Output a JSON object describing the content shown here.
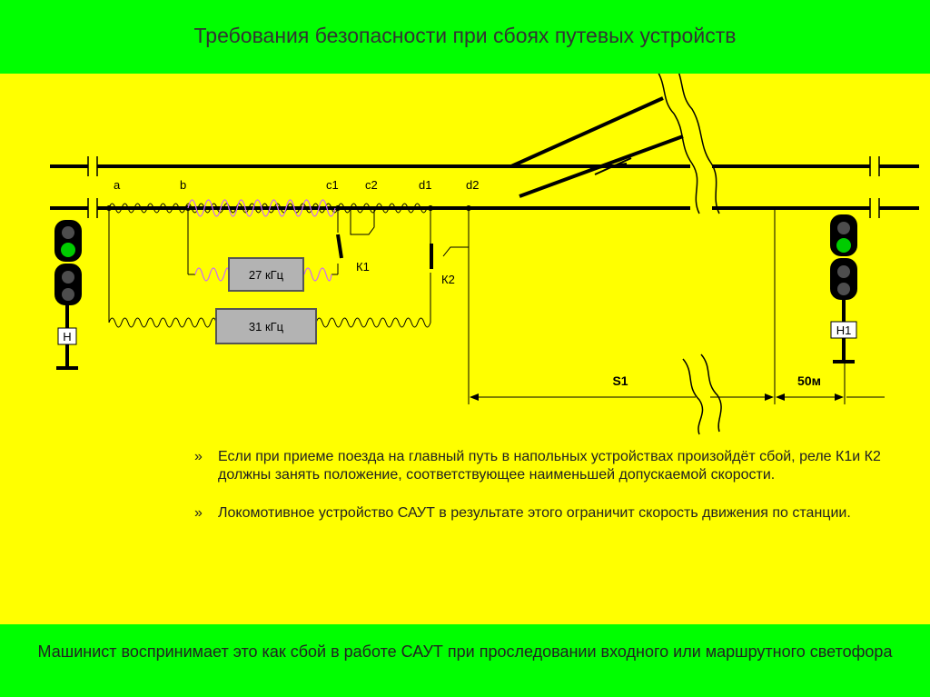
{
  "header": {
    "title": "Требования безопасности при сбоях путевых устройств"
  },
  "diagram": {
    "point_labels": [
      "a",
      "b",
      "c1",
      "c2",
      "d1",
      "d2"
    ],
    "generator_27": "27 кГц",
    "generator_31": "31 кГц",
    "relay_k1": "К1",
    "relay_k2": "К2",
    "signal_left": "Н",
    "signal_right": "Н1",
    "dist_s1": "S1",
    "dist_50": "50м",
    "colors": {
      "background": "#ffff00",
      "band": "#00ff00",
      "signal_on": "#00cc00",
      "coil_alt": "#cc66ff"
    }
  },
  "bullets": [
    {
      "mark": "»",
      "text": "Если при приеме поезда на главный путь в напольных устройствах произойдёт сбой, реле К1и К2 должны занять положение, соответствующее наименьшей допускаемой скорости."
    },
    {
      "mark": "»",
      "text": "Локомотивное устройство САУТ в результате этого ограничит скорость движения по станции."
    }
  ],
  "footer": {
    "text": "Машинист воспринимает это как сбой в работе САУТ при проследовании входного или маршрутного светофора"
  }
}
